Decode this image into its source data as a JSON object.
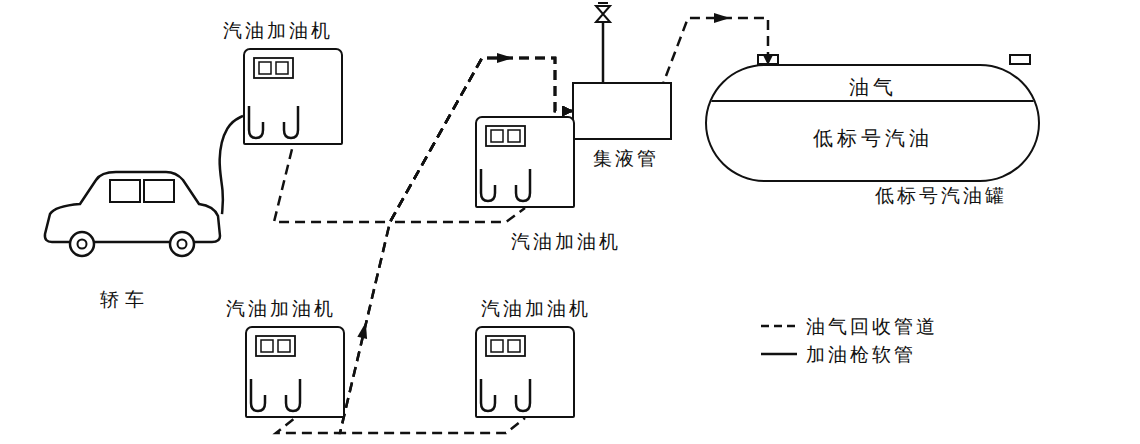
{
  "diagram": {
    "nodes": [
      {
        "text": [
          "汽油加油机"
        ]
      },
      {
        "text": [
          "集液管"
        ]
      },
      {
        "text": [
          "油气",
          "低标号汽油",
          "低标号汽油罐"
        ]
      },
      {
        "text": [
          "轿车"
        ]
      },
      {
        "text": [
          "汽油加油机"
        ]
      },
      {
        "text": [
          "汽油加油机"
        ]
      },
      {
        "text": [
          "汽油加油机"
        ]
      }
    ],
    "edges": [
      {
        "from": 0,
        "to": 1,
        "arrow": "to"
      },
      {
        "from": 4,
        "to": 1,
        "arrow": "to"
      },
      {
        "from": 5,
        "to": 1,
        "arrow": "to"
      },
      {
        "from": 6,
        "to": 1,
        "arrow": "to"
      },
      {
        "from": 1,
        "to": 2,
        "arrow": "to"
      },
      {
        "from": 0,
        "to": 3,
        "arrow": "none"
      }
    ],
    "legend": [
      {
        "text": "油气回收管道"
      },
      {
        "text": "加油枪软管"
      }
    ]
  }
}
